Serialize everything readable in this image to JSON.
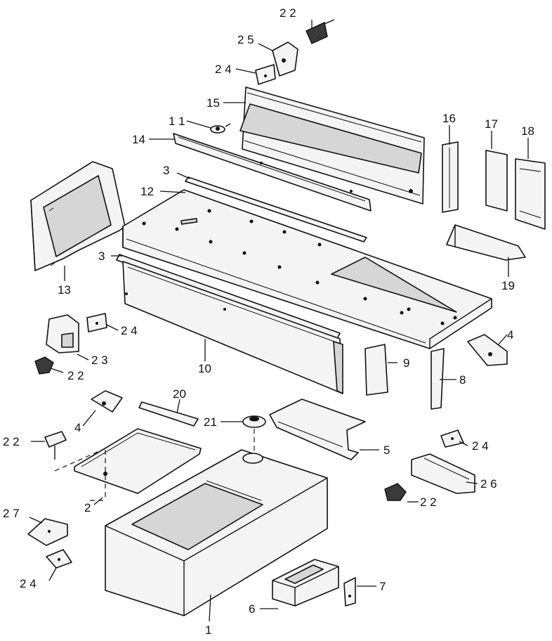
{
  "callouts": [
    {
      "id": "c1",
      "text": "1"
    },
    {
      "id": "c2",
      "text": "2"
    },
    {
      "id": "c3a",
      "text": "3"
    },
    {
      "id": "c3b",
      "text": "3"
    },
    {
      "id": "c4a",
      "text": "4"
    },
    {
      "id": "c4b",
      "text": "4"
    },
    {
      "id": "c5",
      "text": "5"
    },
    {
      "id": "c6",
      "text": "6"
    },
    {
      "id": "c7",
      "text": "7"
    },
    {
      "id": "c8",
      "text": "8"
    },
    {
      "id": "c9",
      "text": "9"
    },
    {
      "id": "c10",
      "text": "10"
    },
    {
      "id": "c11",
      "text": "1 1"
    },
    {
      "id": "c12",
      "text": "12"
    },
    {
      "id": "c13",
      "text": "13"
    },
    {
      "id": "c14",
      "text": "14"
    },
    {
      "id": "c15",
      "text": "15"
    },
    {
      "id": "c16",
      "text": "16"
    },
    {
      "id": "c17",
      "text": "17"
    },
    {
      "id": "c18",
      "text": "18"
    },
    {
      "id": "c19",
      "text": "19"
    },
    {
      "id": "c20",
      "text": "20"
    },
    {
      "id": "c21",
      "text": "21"
    },
    {
      "id": "c22a",
      "text": "2 2"
    },
    {
      "id": "c22b",
      "text": "2 2"
    },
    {
      "id": "c22c",
      "text": "2 2"
    },
    {
      "id": "c22d",
      "text": "2 2"
    },
    {
      "id": "c23",
      "text": "2 3"
    },
    {
      "id": "c24a",
      "text": "2 4"
    },
    {
      "id": "c24b",
      "text": "2 4"
    },
    {
      "id": "c24c",
      "text": "2 4"
    },
    {
      "id": "c24d",
      "text": "2 4"
    },
    {
      "id": "c25",
      "text": "2 5"
    },
    {
      "id": "c26",
      "text": "2 6"
    },
    {
      "id": "c27",
      "text": "2 7"
    }
  ]
}
